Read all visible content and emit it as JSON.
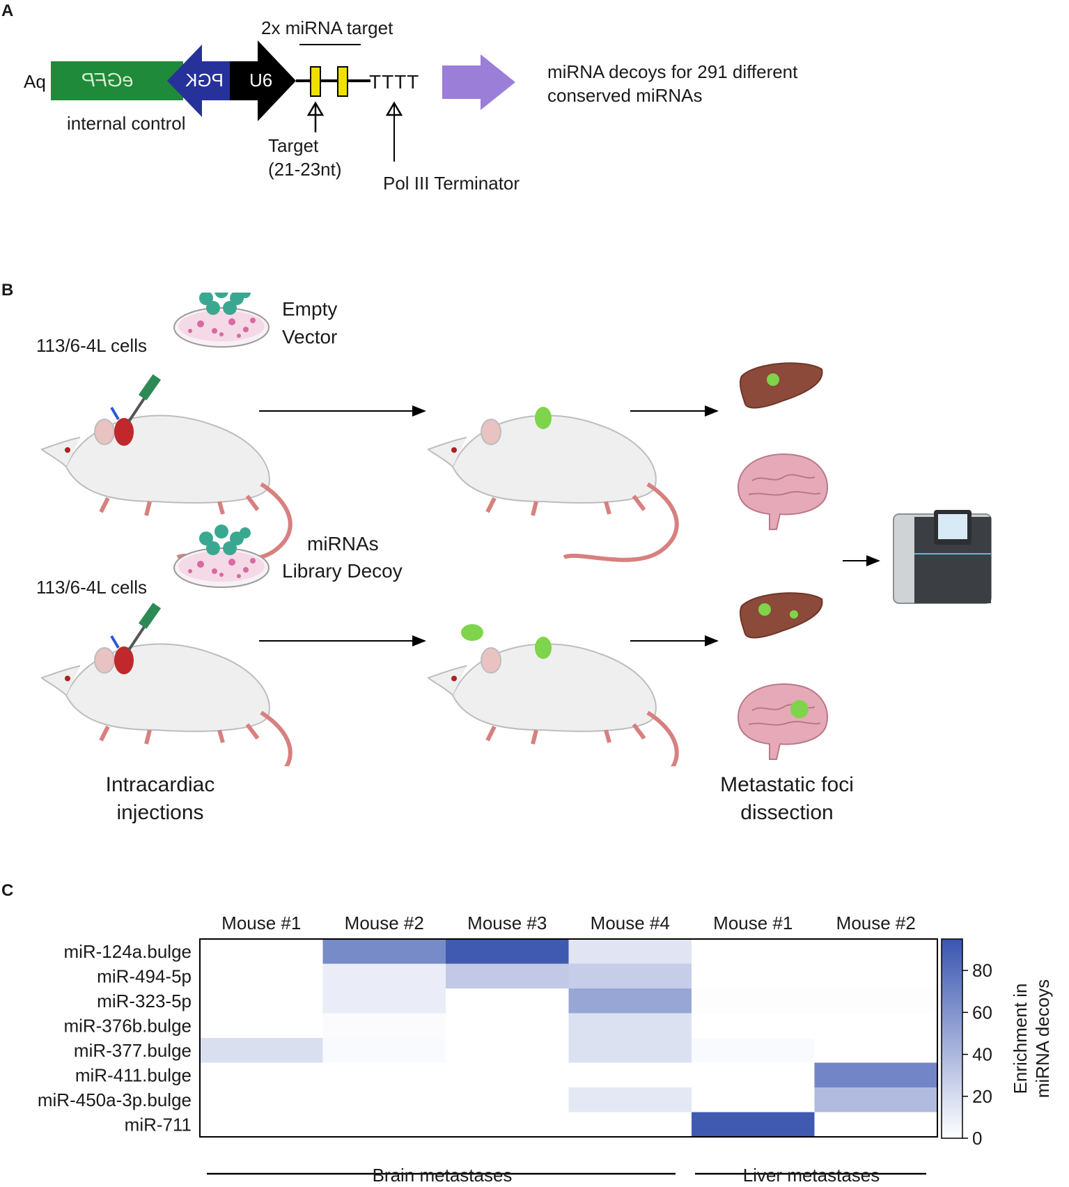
{
  "panelA": {
    "letter": "A",
    "construct": {
      "pa": "pA",
      "egfp": "eGFP",
      "pgk": "PGK",
      "u6": "U6",
      "terminator_seq": "TTTT"
    },
    "target_heading": "2x miRNA target",
    "internal_control": "internal control",
    "target_label_1": "Target",
    "target_label_2": "(21-23nt)",
    "pol_terminator": "Pol III Terminator",
    "result_line_1": "miRNA decoys for 291 different",
    "result_line_2": "conserved miRNAs"
  },
  "panelB": {
    "letter": "B",
    "cells_label_top": "113/6-4L cells",
    "cells_label_bottom": "113/6-4L cells",
    "empty_vector_1": "Empty",
    "empty_vector_2": "Vector",
    "library_1": "miRNAs",
    "library_2": "Library Decoy",
    "injection_1": "Intracardiac",
    "injection_2": "injections",
    "foci_1": "Metastatic foci",
    "foci_2": "dissection"
  },
  "panelC": {
    "letter": "C",
    "group_brain": "Brain metastases",
    "group_liver": "Liver metastases",
    "colorbar_label_1": "Enrichment in",
    "colorbar_label_2": "miRNA decoys",
    "colors": {
      "low": "#ffffff",
      "high": "#3a55b0"
    }
  },
  "chart_data": {
    "type": "heatmap",
    "columns": [
      "Mouse #1",
      "Mouse #2",
      "Mouse #3",
      "Mouse #4",
      "Mouse #1",
      "Mouse #2"
    ],
    "rows": [
      "miR-124a.bulge",
      "miR-494-5p",
      "miR-323-5p",
      "miR-376b.bulge",
      "miR-377.bulge",
      "miR-411.bulge",
      "miR-450a-3p.bulge",
      "miR-711"
    ],
    "values": [
      [
        0,
        65,
        92,
        15,
        0,
        0
      ],
      [
        0,
        10,
        30,
        28,
        0,
        0
      ],
      [
        0,
        10,
        0,
        50,
        1,
        1
      ],
      [
        0,
        2,
        0,
        17,
        0,
        0
      ],
      [
        18,
        3,
        0,
        17,
        3,
        0
      ],
      [
        0,
        0,
        0,
        0,
        0,
        68
      ],
      [
        0,
        0,
        0,
        13,
        0,
        38
      ],
      [
        0,
        0,
        0,
        0,
        92,
        0
      ]
    ],
    "colorbar": {
      "min": 0,
      "max": 95,
      "ticks": [
        0,
        20,
        40,
        60,
        80
      ]
    },
    "groups": [
      {
        "name": "Brain metastases",
        "columns": [
          0,
          1,
          2,
          3
        ]
      },
      {
        "name": "Liver metastases",
        "columns": [
          4,
          5
        ]
      }
    ]
  }
}
